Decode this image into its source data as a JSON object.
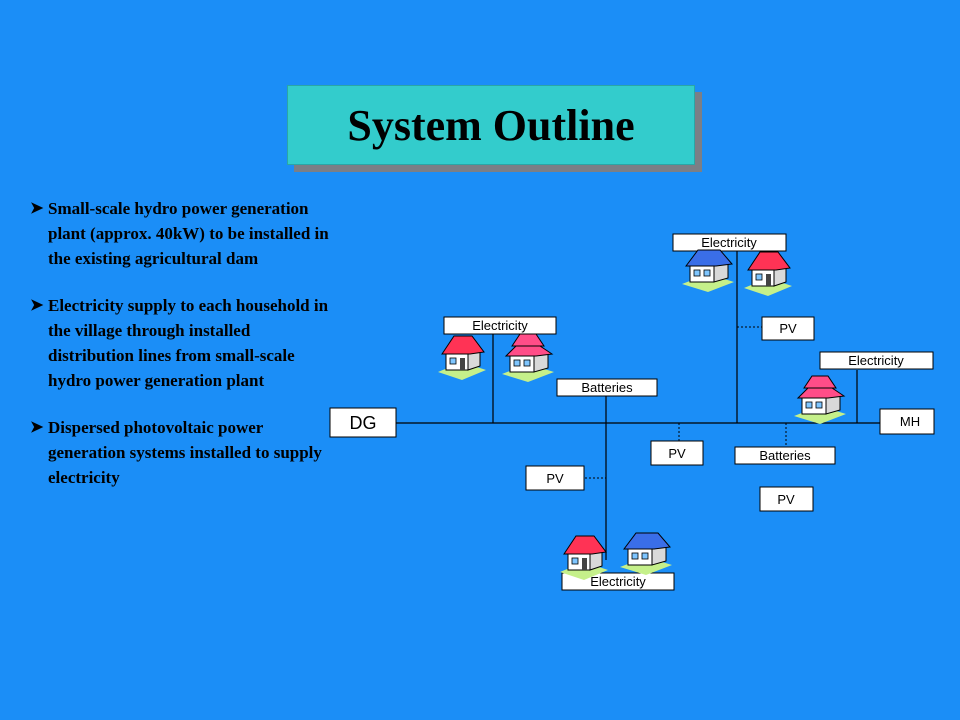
{
  "title": "System Outline",
  "bullets": [
    "Small-scale hydro power generation plant (approx. 40kW) to be installed in the existing agricultural dam",
    "Electricity supply to each household in the village through installed distribution lines from small-scale hydro power generation plant",
    "Dispersed photovoltaic power generation systems installed to supply electricity"
  ],
  "diagram": {
    "dg_label": "DG",
    "mh_label": "MH",
    "electricity_label": "Electricity",
    "pv_label": "PV",
    "batteries_label": "Batteries"
  },
  "colors": {
    "background": "#1b8ef7",
    "title_box": "#33cccc",
    "label_box": "#ffffff",
    "line": "#000000"
  }
}
